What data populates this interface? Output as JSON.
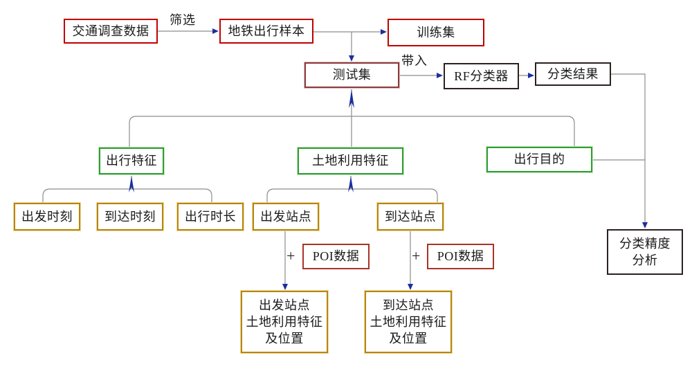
{
  "diagram": {
    "type": "flowchart",
    "nodes": {
      "traffic_survey": {
        "label": "交通调查数据",
        "border": "#c00000"
      },
      "metro_sample": {
        "label": "地铁出行样本",
        "border": "#c00000"
      },
      "training_set": {
        "label": "训练集",
        "border": "#c00000"
      },
      "test_set": {
        "label": "测试集",
        "border": "#8e3b3b"
      },
      "rf_classifier": {
        "label": "RF分类器",
        "border": "#2a211f"
      },
      "classification_result": {
        "label": "分类结果",
        "border": "#2a211f"
      },
      "travel_features": {
        "label": "出行特征",
        "border": "#2f9e2f"
      },
      "landuse_features": {
        "label": "土地利用特征",
        "border": "#2f9e2f"
      },
      "trip_purpose": {
        "label": "出行目的",
        "border": "#2f9e2f"
      },
      "departure_time": {
        "label": "出发时刻",
        "border": "#b8860b"
      },
      "arrival_time": {
        "label": "到达时刻",
        "border": "#b8860b"
      },
      "travel_duration": {
        "label": "出行时长",
        "border": "#b8860b"
      },
      "departure_station": {
        "label": "出发站点",
        "border": "#b8860b"
      },
      "arrival_station": {
        "label": "到达站点",
        "border": "#b8860b"
      },
      "poi_data_1": {
        "label": "POI数据",
        "border": "#a93226"
      },
      "poi_data_2": {
        "label": "POI数据",
        "border": "#a93226"
      },
      "departure_landuse": {
        "label": "出发站点\n土地利用特征\n及位置",
        "border": "#b8860b"
      },
      "arrival_landuse": {
        "label": "到达站点\n土地利用特征\n及位置",
        "border": "#b8860b"
      },
      "accuracy_analysis": {
        "label": "分类精度\n分析",
        "border": "#2a211f"
      }
    },
    "edge_labels": {
      "filter": "筛选",
      "feed_in": "带入",
      "plus_1": "+",
      "plus_2": "+"
    },
    "colors": {
      "line": "#8c8c8c",
      "arrowhead": "#1c2f9e",
      "background": "#ffffff",
      "text": "#1a1a1a"
    }
  }
}
